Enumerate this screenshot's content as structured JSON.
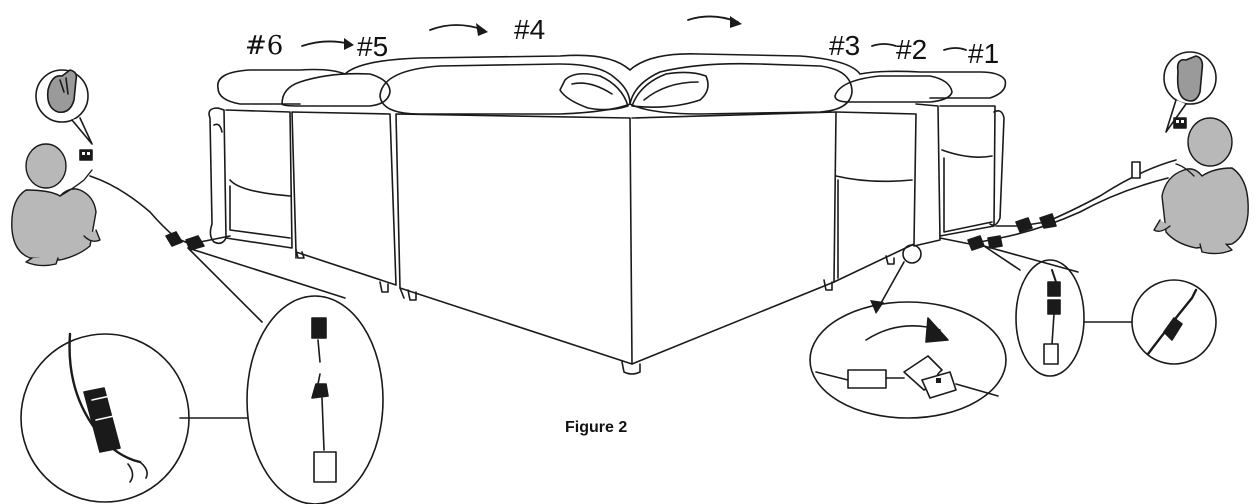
{
  "figure": {
    "caption": "Figure 2",
    "stroke_color": "#1a1a1a",
    "person_fill": "#b8b8b8",
    "section_labels": {
      "s6": "#6",
      "s5": "#5",
      "s4": "#4",
      "s3": "#3",
      "s2": "#2",
      "s1": "#1"
    },
    "icons": {
      "left_person": "crouching-person-icon",
      "right_person": "crouching-person-icon",
      "hand": "hand-pressing-icon",
      "plug": "power-plug-icon",
      "outlet": "wall-outlet-icon"
    }
  }
}
